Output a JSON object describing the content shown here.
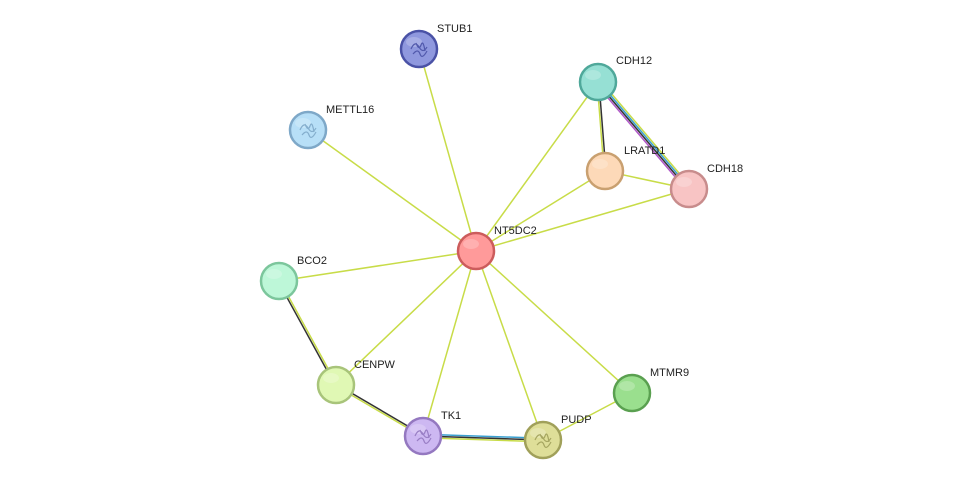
{
  "nodes": [
    {
      "id": "NT5DC2",
      "label": "NT5DC2",
      "fill": "#ff9a9a",
      "stroke": "#cc5c5c",
      "icon": "none"
    },
    {
      "id": "STUB1",
      "label": "STUB1",
      "fill": "#8f98de",
      "stroke": "#4a52a6",
      "icon": "protein-structure-icon"
    },
    {
      "id": "METTL16",
      "label": "METTL16",
      "fill": "#b7dff7",
      "stroke": "#7ea8c8",
      "icon": "protein-structure-icon"
    },
    {
      "id": "CDH12",
      "label": "CDH12",
      "fill": "#96e0d4",
      "stroke": "#4fa89a",
      "icon": "none"
    },
    {
      "id": "LRATD1",
      "label": "LRATD1",
      "fill": "#fdd9b8",
      "stroke": "#c9a070",
      "icon": "none"
    },
    {
      "id": "CDH18",
      "label": "CDH18",
      "fill": "#f8c4c4",
      "stroke": "#c88c8c",
      "icon": "none"
    },
    {
      "id": "BCO2",
      "label": "BCO2",
      "fill": "#bdf7d8",
      "stroke": "#7cc69c",
      "icon": "none"
    },
    {
      "id": "CENPW",
      "label": "CENPW",
      "fill": "#e0f8b4",
      "stroke": "#a8c47a",
      "icon": "none"
    },
    {
      "id": "TK1",
      "label": "TK1",
      "fill": "#cdb8f2",
      "stroke": "#9478c0",
      "icon": "protein-structure-icon"
    },
    {
      "id": "PUDP",
      "label": "PUDP",
      "fill": "#dede98",
      "stroke": "#a0a05a",
      "icon": "protein-structure-icon"
    },
    {
      "id": "MTMR9",
      "label": "MTMR9",
      "fill": "#9adf8e",
      "stroke": "#5aa050",
      "icon": "none"
    }
  ],
  "edges": [
    {
      "from": "NT5DC2",
      "to": "STUB1",
      "colors": [
        "#c8dc48"
      ]
    },
    {
      "from": "NT5DC2",
      "to": "METTL16",
      "colors": [
        "#c8dc48"
      ]
    },
    {
      "from": "NT5DC2",
      "to": "CDH12",
      "colors": [
        "#c8dc48"
      ]
    },
    {
      "from": "NT5DC2",
      "to": "LRATD1",
      "colors": [
        "#c8dc48"
      ]
    },
    {
      "from": "NT5DC2",
      "to": "CDH18",
      "colors": [
        "#c8dc48"
      ]
    },
    {
      "from": "NT5DC2",
      "to": "BCO2",
      "colors": [
        "#c8dc48"
      ]
    },
    {
      "from": "NT5DC2",
      "to": "CENPW",
      "colors": [
        "#c8dc48"
      ]
    },
    {
      "from": "NT5DC2",
      "to": "TK1",
      "colors": [
        "#c8dc48"
      ]
    },
    {
      "from": "NT5DC2",
      "to": "PUDP",
      "colors": [
        "#c8dc48"
      ]
    },
    {
      "from": "NT5DC2",
      "to": "MTMR9",
      "colors": [
        "#c8dc48"
      ]
    },
    {
      "from": "CDH12",
      "to": "LRATD1",
      "colors": [
        "#333333",
        "#c8dc48"
      ]
    },
    {
      "from": "CDH12",
      "to": "CDH18",
      "colors": [
        "#c8dc48",
        "#3aa0d0",
        "#333333",
        "#b058c8"
      ]
    },
    {
      "from": "LRATD1",
      "to": "CDH18",
      "colors": [
        "#c8dc48"
      ]
    },
    {
      "from": "BCO2",
      "to": "CENPW",
      "colors": [
        "#c8dc48",
        "#333333"
      ]
    },
    {
      "from": "CENPW",
      "to": "TK1",
      "colors": [
        "#333333",
        "#c8dc48"
      ]
    },
    {
      "from": "TK1",
      "to": "PUDP",
      "colors": [
        "#3aa0d0",
        "#333333",
        "#c8dc48"
      ]
    },
    {
      "from": "PUDP",
      "to": "MTMR9",
      "colors": [
        "#c8dc48"
      ]
    }
  ]
}
